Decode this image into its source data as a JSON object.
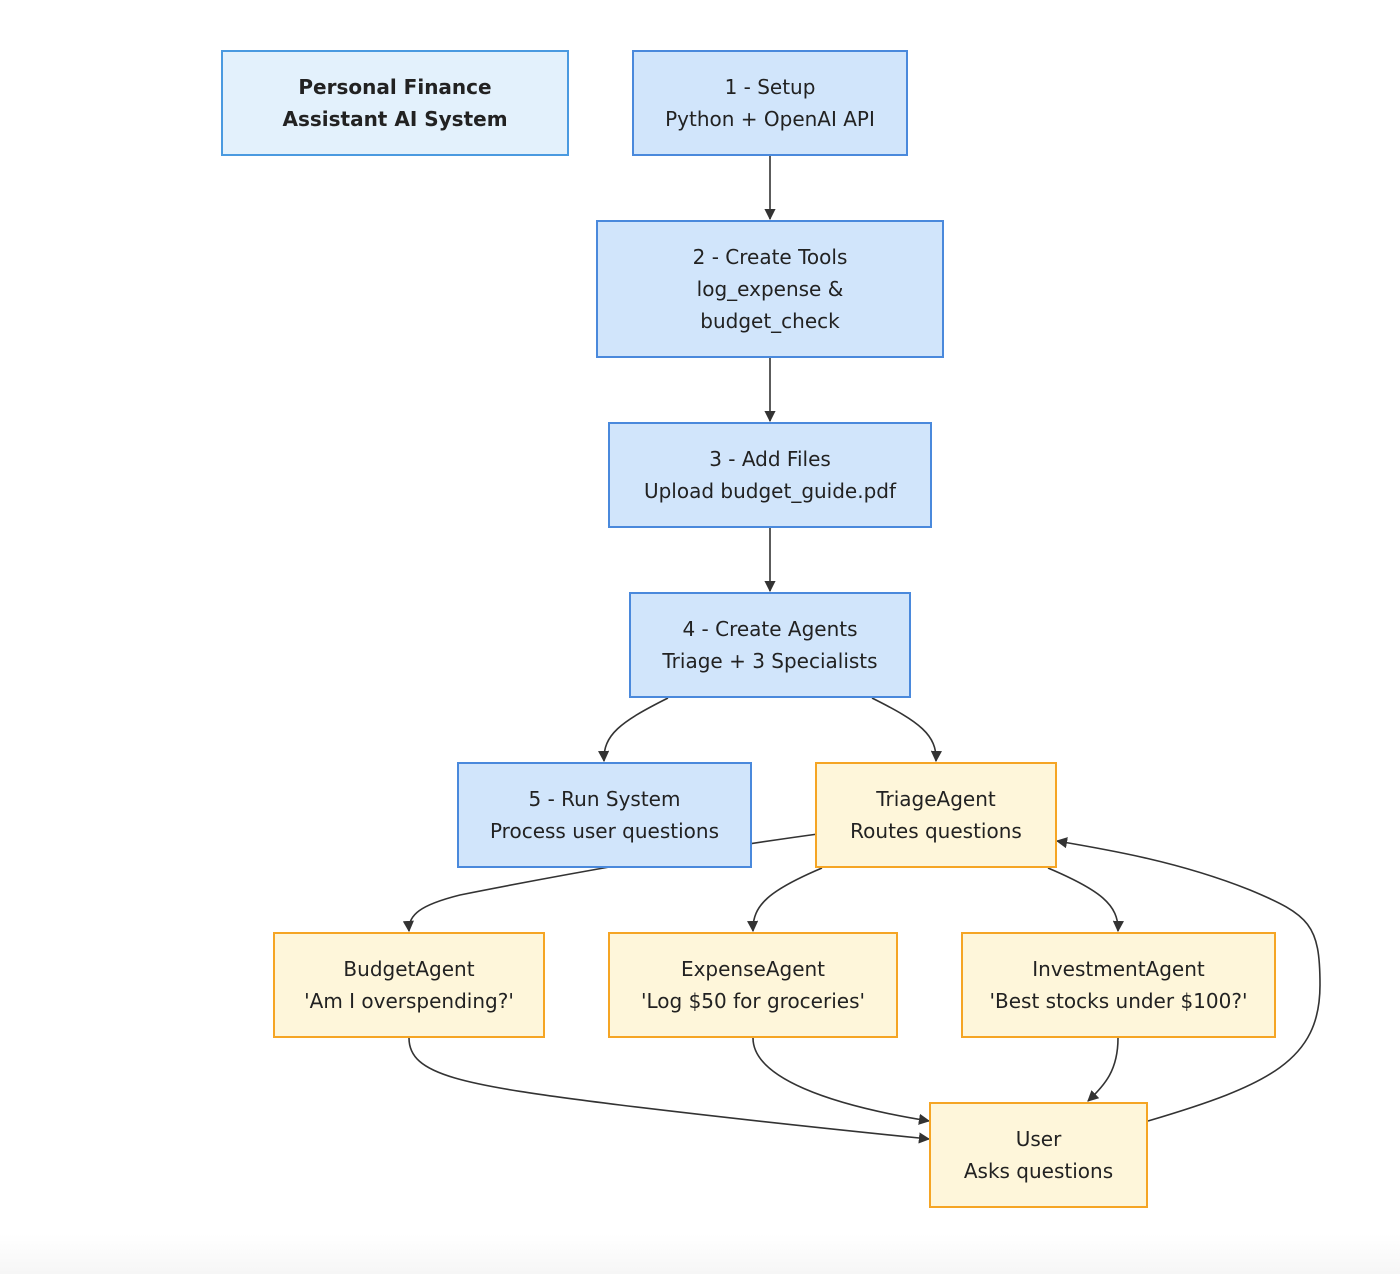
{
  "diagram": {
    "title_node": {
      "line1": "Personal Finance",
      "line2": "Assistant AI System"
    },
    "setup": {
      "line1": "1 - Setup",
      "line2": "Python + OpenAI API"
    },
    "create_tools": {
      "line1": "2 - Create Tools",
      "line2": "log_expense &",
      "line3": "budget_check"
    },
    "add_files": {
      "line1": "3 - Add Files",
      "line2": "Upload budget_guide.pdf"
    },
    "create_agents": {
      "line1": "4 - Create Agents",
      "line2": "Triage + 3 Specialists"
    },
    "run_system": {
      "line1": "5 - Run System",
      "line2": "Process user questions"
    },
    "triage_agent": {
      "line1": "TriageAgent",
      "line2": "Routes questions"
    },
    "budget_agent": {
      "line1": "BudgetAgent",
      "line2": "'Am I overspending?'"
    },
    "expense_agent": {
      "line1": "ExpenseAgent",
      "line2": "'Log $50 for groceries'"
    },
    "investment_agent": {
      "line1": "InvestmentAgent",
      "line2": "'Best stocks under $100?'"
    },
    "user": {
      "line1": "User",
      "line2": "Asks questions"
    }
  },
  "colors": {
    "process_fill": "#d1e5fb",
    "process_stroke": "#4a89dc",
    "agent_fill": "#fef6da",
    "agent_stroke": "#f5a524",
    "edge": "#333333"
  }
}
